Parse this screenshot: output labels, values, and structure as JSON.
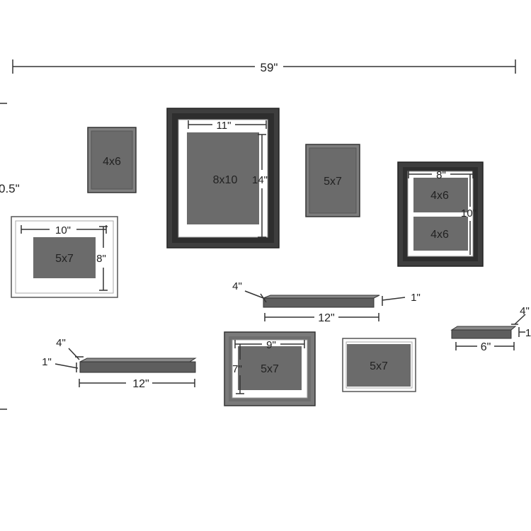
{
  "overall": {
    "width_label": "59\"",
    "height_label": "0.5\""
  },
  "frames": {
    "f1": {
      "photo": "4x6"
    },
    "f2": {
      "photo": "8x10",
      "width_label": "11\"",
      "height_label": "14\""
    },
    "f3": {
      "photo": "5x7"
    },
    "f4": {
      "photo_top": "4x6",
      "photo_bottom": "4x6",
      "width_label": "8\"",
      "height_label": "10\""
    },
    "f5": {
      "photo": "5x7",
      "width_label": "10\"",
      "height_label": "8\""
    },
    "f6": {
      "photo": "5x7",
      "width_label": "9\"",
      "height_label": "7\""
    },
    "f7": {
      "photo": "5x7"
    }
  },
  "shelves": {
    "s1": {
      "depth_label": "4\"",
      "thickness_label": "1\"",
      "length_label": "12\""
    },
    "s2": {
      "depth_label": "4\"",
      "thickness_label": "1\"",
      "length_label": "12\""
    },
    "s3": {
      "depth_label": "4\"",
      "thickness_label": "1",
      "length_label": "6\""
    }
  },
  "colors": {
    "photo_fill": "#6b6b6b",
    "dark_frame": "#3e3e3e",
    "white_frame": "#ffffff",
    "mat": "#ffffff",
    "line": "#333333",
    "shelf": "#5e5e5e"
  }
}
